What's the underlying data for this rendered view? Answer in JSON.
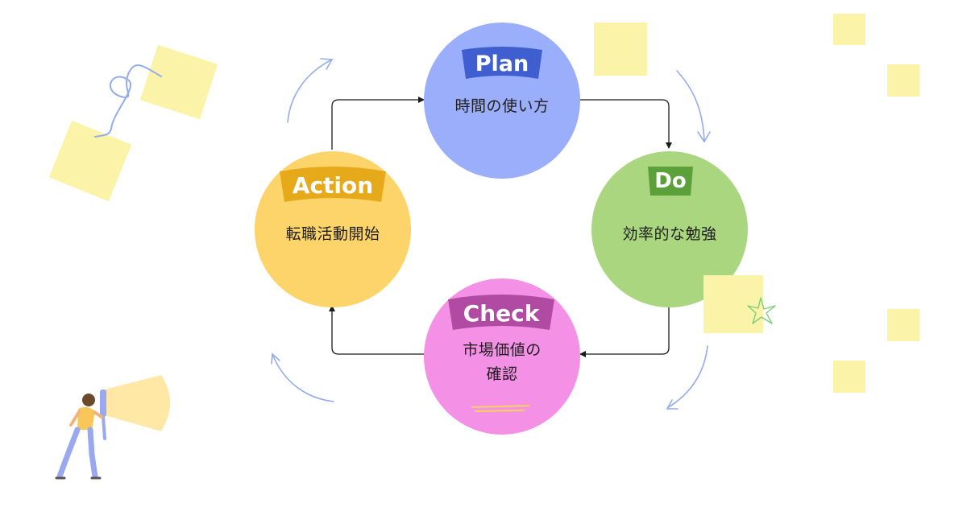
{
  "diagram": {
    "type": "pdca-cycle",
    "phases": [
      {
        "key": "plan",
        "badge": "Plan",
        "text": "時間の使い方",
        "fill": "#9aaefc",
        "badge_color": "#3f5fd0"
      },
      {
        "key": "do",
        "badge": "Do",
        "text": "効率的な勉強",
        "fill": "#aad680",
        "badge_color": "#5ba039"
      },
      {
        "key": "check",
        "badge": "Check",
        "text": "市場価値の\n確認",
        "fill": "#f490e6",
        "badge_color": "#b04aa3"
      },
      {
        "key": "action",
        "badge": "Action",
        "text": "転職活動開始",
        "fill": "#fdd46a",
        "badge_color": "#e5a91a"
      }
    ],
    "flow_color": "#1a1a1a",
    "accent_arrow_color": "#93acec"
  },
  "decor": {
    "note_color": "#fbf4a8",
    "light_color": "#ffe7a6",
    "person_shirt": "#f7c75a",
    "person_pants": "#9aa8f0",
    "star_color": "#7fce7a",
    "scribble_color": "#f5d35a"
  }
}
